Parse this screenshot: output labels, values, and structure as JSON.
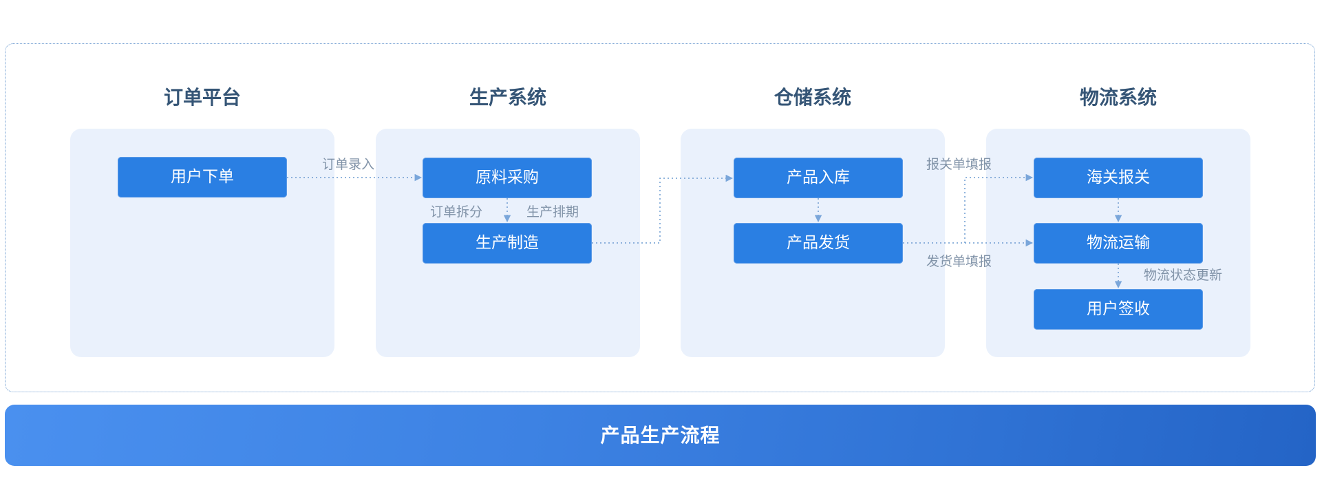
{
  "diagram": {
    "columns": [
      {
        "title": "订单平台",
        "nodes": [
          "用户下单"
        ]
      },
      {
        "title": "生产系统",
        "nodes": [
          "原料采购",
          "生产制造"
        ]
      },
      {
        "title": "仓储系统",
        "nodes": [
          "产品入库",
          "产品发货"
        ]
      },
      {
        "title": "物流系统",
        "nodes": [
          "海关报关",
          "物流运输",
          "用户签收"
        ]
      }
    ],
    "edge_labels": {
      "order_entry": "订单录入",
      "order_split": "订单拆分",
      "production_schedule": "生产排期",
      "customs_form": "报关单填报",
      "shipping_form": "发货单填报",
      "logistics_update": "物流状态更新"
    },
    "edges": [
      {
        "from": "用户下单",
        "to": "原料采购",
        "label": "订单录入"
      },
      {
        "from": "原料采购",
        "to": "生产制造",
        "label": "订单拆分 / 生产排期"
      },
      {
        "from": "生产制造",
        "to": "产品入库",
        "label": ""
      },
      {
        "from": "产品入库",
        "to": "产品发货",
        "label": ""
      },
      {
        "from": "产品发货",
        "to": "海关报关",
        "label": "报关单填报"
      },
      {
        "from": "产品发货",
        "to": "物流运输",
        "label": "发货单填报"
      },
      {
        "from": "海关报关",
        "to": "物流运输",
        "label": ""
      },
      {
        "from": "物流运输",
        "to": "用户签收",
        "label": "物流状态更新"
      }
    ],
    "banner": "产品生产流程",
    "colors": {
      "node": "#2a7fe3",
      "panel": "#eaf1fc",
      "title": "#355576",
      "edge": "#6c9bd0",
      "label": "#8193a8"
    }
  }
}
